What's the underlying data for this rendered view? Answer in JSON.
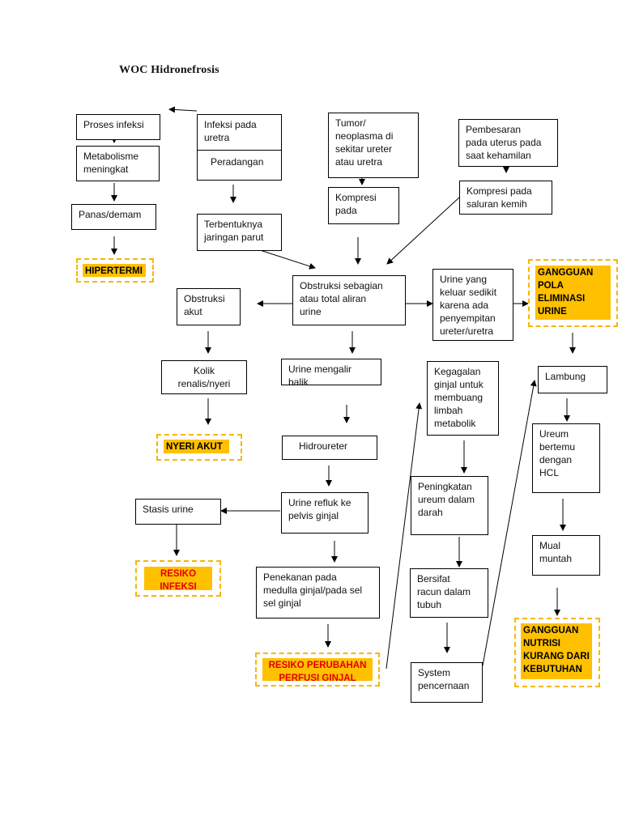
{
  "title": "WOC Hidronefrosis",
  "nodes": {
    "proses_infeksi": "Proses infeksi",
    "metabolisme": "Metabolisme\nmeningkat",
    "panas": "Panas/demam",
    "infeksi_uretra": "Infeksi pada\nuretra",
    "peradangan": "Peradangan",
    "terbentuknya": "Terbentuknya\njaringan parut",
    "tumor": "Tumor/\nneoplasma di\nsekitar ureter\natau uretra",
    "kompresi_pada": "Kompresi\npada",
    "pembesaran": "Pembesaran\npada uterus pada\nsaat kehamilan",
    "kompresi_saluran": "Kompresi pada\nsaluran kemih",
    "obstruksi_akut": "Obstruksi\nakut",
    "obstruksi_sebagian": "Obstruksi sebagian\natau total aliran\nurine",
    "urine_keluar": "Urine yang\nkeluar sedikit\nkarena ada\npenyempitan\nureter/uretra",
    "kolik": "Kolik\nrenalis/nyeri",
    "urine_balik": "Urine mengalir balik",
    "kegagalan": "Kegagalan\nginjal untuk\nmembuang\nlimbah\nmetabolik",
    "lambung": "Lambung",
    "hidroureter": "Hidroureter",
    "ureum_hcl": "Ureum\nbertemu\ndengan\nHCL",
    "stasis": "Stasis urine",
    "refluk": "Urine refluk ke\npelvis ginjal",
    "peningkatan": "Peningkatan\nureum dalam\ndarah",
    "mual": "Mual\nmuntah",
    "penekanan": "Penekanan pada\nmedulla ginjal/pada sel\nsel ginjal",
    "bersifat": "Bersifat\nracun dalam\ntubuh",
    "system": "System\npencernaan"
  },
  "diagnoses": {
    "hipertermi": "HIPERTERMI",
    "gangguan_eliminasi": "GANGGUAN\nPOLA\nELIMINASI\nURINE",
    "nyeri_akut": "NYERI AKUT",
    "resiko_infeksi": "RESIKO\nINFEKSI",
    "resiko_perfusi": "RESIKO PERUBAHAN\nPERFUSI GINJAL",
    "gangguan_nutrisi": "GANGGUAN\nNUTRISI\nKURANG DARI\nKEBUTUHAN"
  },
  "colors": {
    "diagnosis_fill": "#ffc000",
    "diagnosis_border": "#f5b800",
    "risk_text": "#e00000"
  }
}
